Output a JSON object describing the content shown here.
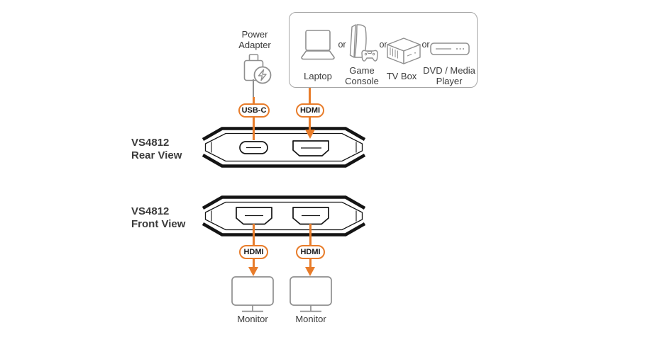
{
  "colors": {
    "orange": "#E87C2A",
    "icon_gray": "#8F8F8F",
    "text_dark": "#3B3B3B",
    "outline": "#141414"
  },
  "power_adapter": {
    "line1": "Power",
    "line2": "Adapter"
  },
  "source_box": {
    "or": "or",
    "items": [
      {
        "label": "Laptop"
      },
      {
        "label": "Game Console"
      },
      {
        "label": "TV Box"
      },
      {
        "label": "DVD / Media Player"
      }
    ]
  },
  "ports": {
    "usb_c": "USB-C",
    "hdmi_in": "HDMI",
    "hdmi_out_left": "HDMI",
    "hdmi_out_right": "HDMI"
  },
  "devices": {
    "rear": {
      "line1": "VS4812",
      "line2": "Rear View"
    },
    "front": {
      "line1": "VS4812",
      "line2": "Front View"
    }
  },
  "monitors": [
    {
      "label": "Monitor"
    },
    {
      "label": "Monitor"
    }
  ]
}
